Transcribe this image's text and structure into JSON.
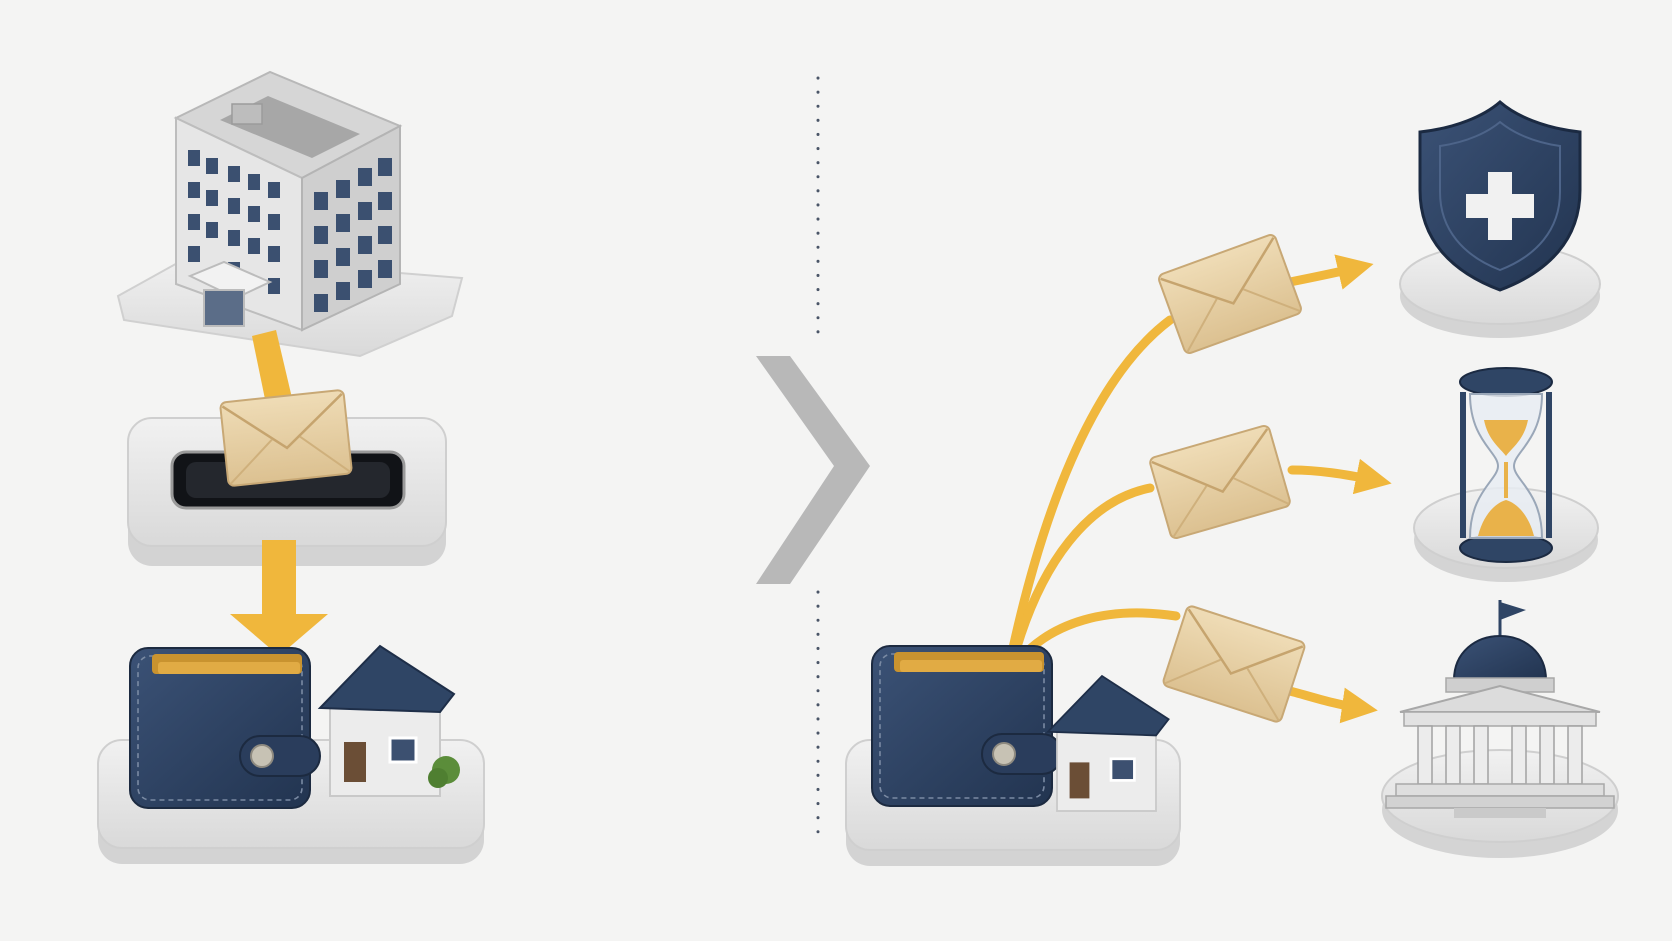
{
  "diagram": {
    "left_panel": {
      "nodes": [
        "office-building",
        "mail-slot",
        "wallet-and-house"
      ],
      "icons": [
        "building-icon",
        "envelope-icon",
        "mail-slot-icon",
        "arrow-down-icon",
        "wallet-icon",
        "house-icon"
      ]
    },
    "divider": {
      "style": "dotted",
      "icon": "chevron-right-icon"
    },
    "right_panel": {
      "source": "wallet-and-house",
      "targets": [
        "shield-plus",
        "hourglass",
        "government-building"
      ],
      "icons": [
        "wallet-icon",
        "house-icon",
        "envelope-icon",
        "shield-plus-icon",
        "hourglass-icon",
        "capitol-building-icon"
      ]
    },
    "colors": {
      "background": "#f4f4f3",
      "arrow": "#f0b73c",
      "navy": "#2f4565",
      "envelope": "#e9d3a8",
      "platform": "#e4e4e4",
      "chevron": "#b8b8b8",
      "dots": "#4a5567"
    }
  }
}
